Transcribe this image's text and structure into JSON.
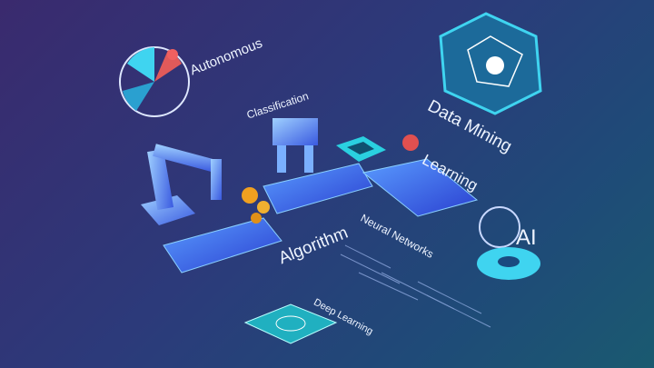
{
  "labels": {
    "autonomous": "Autonomous",
    "classification": "Classification",
    "data_mining": "Data Mining",
    "learning": "Learning",
    "algorithm": "Algorithm",
    "neural_networks": "Neural Networks",
    "ai": "AI",
    "deep_learning": "Deep Learning"
  },
  "colors": {
    "accent_cyan": "#3fd4f0",
    "conveyor_blue": "#3a6cf0",
    "gear_orange": "#f0a020",
    "badge_red": "#e05050"
  }
}
